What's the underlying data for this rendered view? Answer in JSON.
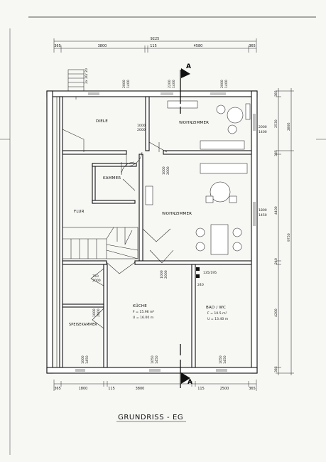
{
  "title": "GRUNDRISS - EG",
  "section_mark": "A",
  "rooms": {
    "diele": "DIELE",
    "wohnzimmer_top": "WOHNZIMMER",
    "kammer": "KAMMER",
    "flur": "FLUR",
    "wohnzimmer_main": "WOHNZIMMER",
    "kueche": "KÜCHE",
    "kueche_area": "F = 15.96 m²",
    "kueche_perimeter": "U = 16.00 m",
    "bad": "BAD / WC",
    "bad_area": "F = 10.5 m²",
    "bad_perimeter": "U = 13.40 m",
    "speisekammer": "SPEISEKAMMER"
  },
  "dims": {
    "top_total": "9225",
    "top": [
      "365",
      "3800",
      "115",
      "4580",
      "365"
    ],
    "bottom": [
      "365",
      "1800",
      "115",
      "3800",
      "115",
      "2500",
      "365"
    ],
    "right_inner": [
      "385",
      "2530",
      "385",
      "4400",
      "240",
      "4200",
      "385"
    ],
    "right_outer": [
      "2895",
      "9750"
    ]
  },
  "openings": {
    "stair": "2x 20/ 20",
    "w_diele": [
      "2000",
      "1400"
    ],
    "w_wohn1": [
      "2200",
      "1400"
    ],
    "w_wohn2": [
      "2000",
      "1400"
    ],
    "d_diele": [
      "1000",
      "2000"
    ],
    "w_right1": [
      "2000",
      "1400"
    ],
    "d_mid": [
      "1000",
      "2000"
    ],
    "w_right2": [
      "1800",
      "1450"
    ],
    "d_lower": [
      "750",
      "2000"
    ],
    "d_wohn": [
      "1000",
      "2000"
    ],
    "w_bad_small": "135/195",
    "w_240": "240",
    "d_speise": [
      "1000",
      "2000"
    ],
    "w_speise": [
      "1000",
      "1450"
    ],
    "w_kueche": [
      "1050",
      "1450"
    ],
    "w_bad": [
      "1050",
      "1450"
    ]
  }
}
